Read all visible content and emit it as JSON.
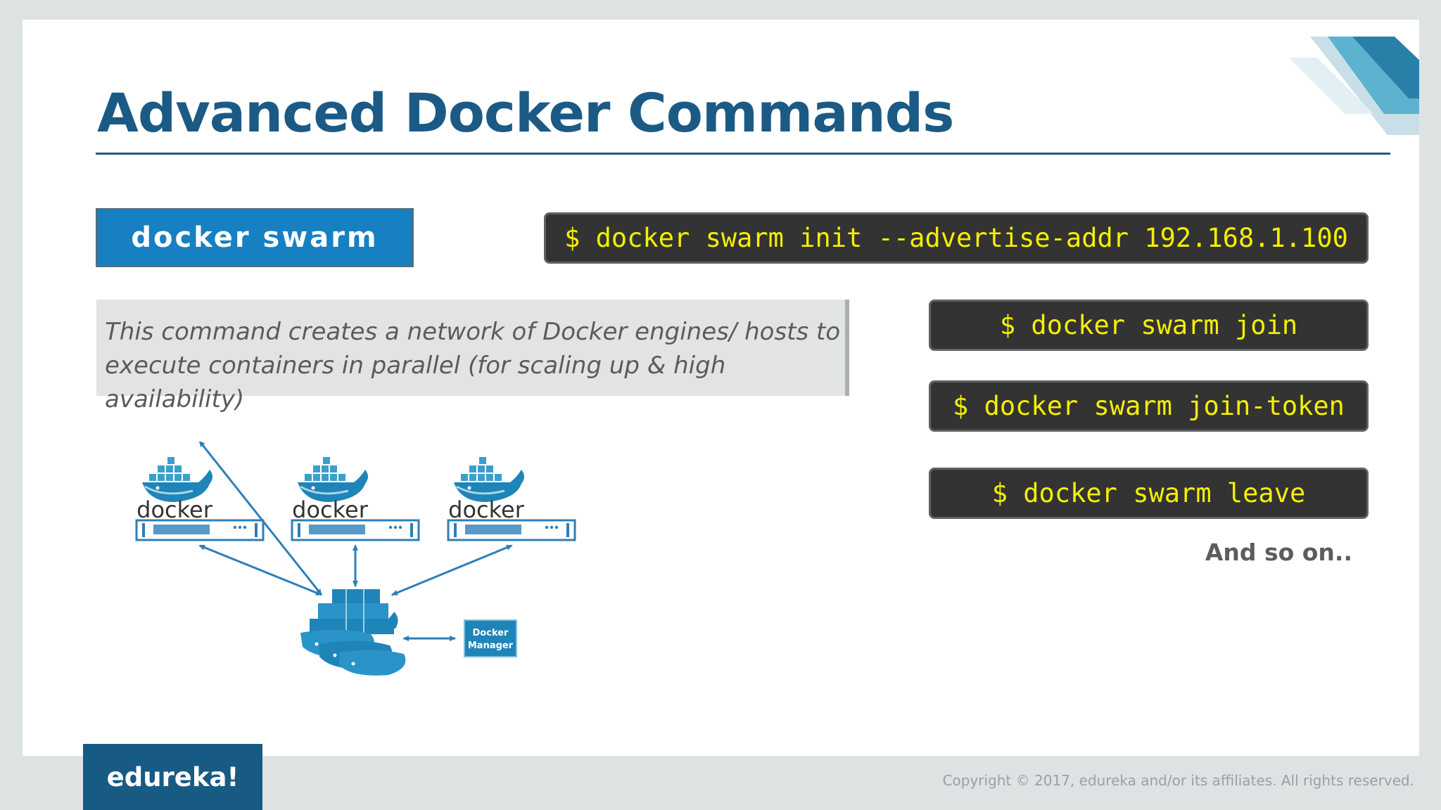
{
  "slide": {
    "title": "Advanced Docker Commands",
    "command_label": "docker swarm",
    "description_line1": "This command creates a network of Docker engines/ hosts to",
    "description_line2": "execute containers in parallel (for scaling up & high availability)",
    "commands": [
      "$ docker swarm init --advertise-addr 192.168.1.100",
      "$ docker swarm join",
      "$ docker swarm join-token",
      "$ docker swarm leave"
    ],
    "and_so_on": "And so on..",
    "diagram": {
      "node_label": "docker",
      "manager_line1": "Docker",
      "manager_line2": "Manager"
    }
  },
  "footer": {
    "logo": "edureka!",
    "copyright": "Copyright © 2017, edureka and/or its affiliates. All rights reserved."
  },
  "colors": {
    "title": "#1b5a85",
    "accent_blue": "#1680c3",
    "command_bg": "#333333",
    "command_text": "#f4f000",
    "footer_logo_bg": "#175b84"
  }
}
